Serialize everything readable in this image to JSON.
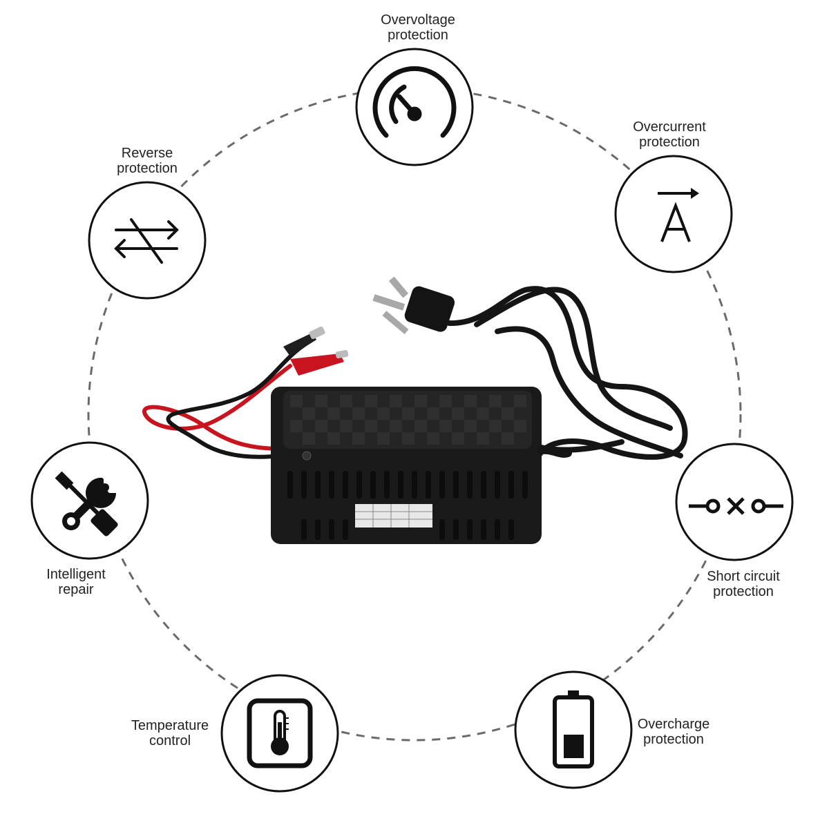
{
  "colors": {
    "ring_dash": "#6a6a6a",
    "icon_stroke": "#111111",
    "charger_body": "#1a1a1a",
    "cable_red": "#c8141e",
    "label_text": "#222222"
  },
  "features": [
    {
      "id": "overvoltage",
      "icon": "gauge-icon",
      "line1": "Overvoltage",
      "line2": "protection"
    },
    {
      "id": "overcurrent",
      "icon": "ampere-icon",
      "line1": "Overcurrent",
      "line2": "protection"
    },
    {
      "id": "short-circuit",
      "icon": "open-circuit-icon",
      "line1": "Short circuit",
      "line2": "protection"
    },
    {
      "id": "overcharge",
      "icon": "battery-icon",
      "line1": "Overcharge",
      "line2": "protection"
    },
    {
      "id": "temperature",
      "icon": "thermometer-icon",
      "line1": "Temperature",
      "line2": "control"
    },
    {
      "id": "repair",
      "icon": "tools-icon",
      "line1": "Intelligent",
      "line2": "repair"
    },
    {
      "id": "reverse",
      "icon": "reverse-arrows-icon",
      "line1": "Reverse",
      "line2": "protection"
    }
  ],
  "product": {
    "name": "battery-charger-image"
  }
}
